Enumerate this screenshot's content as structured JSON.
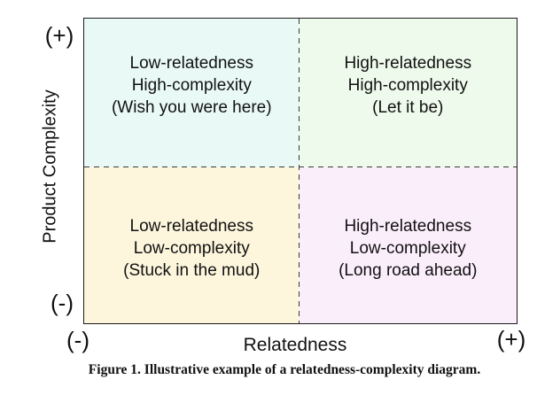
{
  "figure": {
    "y_axis": {
      "label": "Product Complexity",
      "plus": "(+)",
      "minus": "(-)"
    },
    "x_axis": {
      "label": "Relatedness",
      "plus": "(+)",
      "minus": "(-)"
    },
    "quadrants": {
      "top_left": {
        "lines": [
          "Low-relatedness",
          "High-complexity",
          "(Wish you were here)"
        ],
        "color": "#e9faf6"
      },
      "top_right": {
        "lines": [
          "High-relatedness",
          "High-complexity",
          "(Let it be)"
        ],
        "color": "#eefaeb"
      },
      "bottom_left": {
        "lines": [
          "Low-relatedness",
          "Low-complexity",
          "(Stuck in the mud)"
        ],
        "color": "#fdf6dd"
      },
      "bottom_right": {
        "lines": [
          "High-relatedness",
          "Low-complexity",
          "(Long road ahead)"
        ],
        "color": "#fbeefb"
      }
    },
    "caption": "Figure 1. Illustrative example of a relatedness-complexity diagram.",
    "border_color": "#1b1b1b",
    "divider_color": "#3a3a3a"
  }
}
